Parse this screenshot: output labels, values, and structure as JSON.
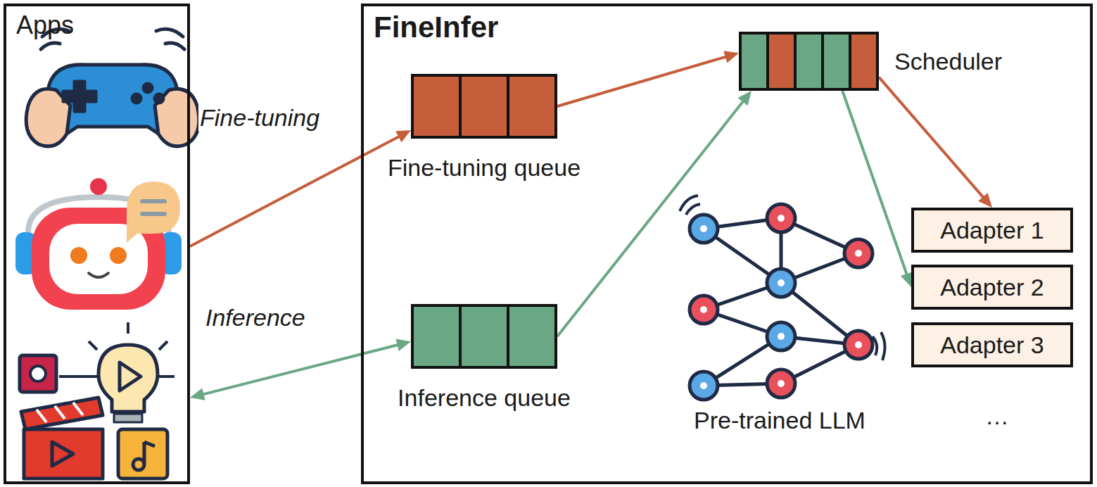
{
  "diagram": {
    "nodes": [
      {
        "text": [
          "Apps"
        ]
      },
      {
        "text": [
          "FineInfer"
        ]
      },
      {
        "text": [
          "Fine-tuning queue"
        ],
        "in": 1
      },
      {
        "text": [
          "Inference queue"
        ],
        "in": 1
      },
      {
        "text": [
          "Scheduler"
        ],
        "in": 1
      },
      {
        "text": [
          "Adapter 1"
        ],
        "in": 1
      },
      {
        "text": [
          "Adapter 2"
        ],
        "in": 1
      },
      {
        "text": [
          "Adapter 3"
        ],
        "in": 1
      }
    ],
    "edges": [
      {
        "from": 0,
        "to": 2,
        "label": "Fine-tuning",
        "arrow": "to"
      },
      {
        "from": 0,
        "to": 3,
        "label": "Inference",
        "arrow": "both"
      },
      {
        "from": 2,
        "to": 4,
        "arrow": "to"
      },
      {
        "from": 3,
        "to": 4,
        "arrow": "to"
      },
      {
        "from": 4,
        "to": 5,
        "arrow": "to"
      },
      {
        "from": 4,
        "to": 6,
        "arrow": "to"
      }
    ],
    "labels": [
      "Pre-trained LLM",
      "…"
    ]
  }
}
